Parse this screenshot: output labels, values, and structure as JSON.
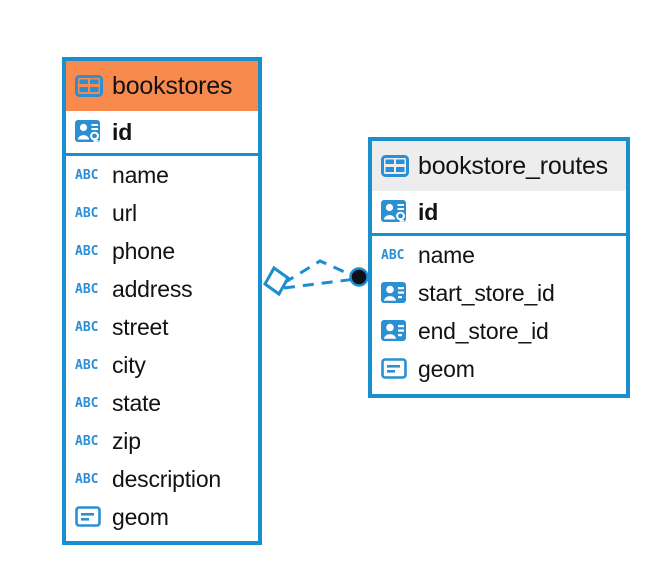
{
  "diagram": {
    "kind": "entity-relationship-diagram",
    "background": "#ffffff",
    "accent_blue": "#1a8fd0",
    "highlight_orange": "#f98a4d",
    "header_gray": "#ededed"
  },
  "entities": [
    {
      "name": "bookstores",
      "header_style": "orange",
      "header_icon": "table-icon",
      "columns": [
        {
          "name": "id",
          "icon": "primary-key-icon",
          "key": true
        },
        {
          "name": "name",
          "icon": "abc-text-icon",
          "key": false
        },
        {
          "name": "url",
          "icon": "abc-text-icon",
          "key": false
        },
        {
          "name": "phone",
          "icon": "abc-text-icon",
          "key": false
        },
        {
          "name": "address",
          "icon": "abc-text-icon",
          "key": false
        },
        {
          "name": "street",
          "icon": "abc-text-icon",
          "key": false
        },
        {
          "name": "city",
          "icon": "abc-text-icon",
          "key": false
        },
        {
          "name": "state",
          "icon": "abc-text-icon",
          "key": false
        },
        {
          "name": "zip",
          "icon": "abc-text-icon",
          "key": false
        },
        {
          "name": "description",
          "icon": "abc-text-icon",
          "key": false
        },
        {
          "name": "geom",
          "icon": "geometry-icon",
          "key": false
        }
      ]
    },
    {
      "name": "bookstore_routes",
      "header_style": "gray",
      "header_icon": "table-icon",
      "columns": [
        {
          "name": "id",
          "icon": "primary-key-icon",
          "key": true
        },
        {
          "name": "name",
          "icon": "abc-text-icon",
          "key": false
        },
        {
          "name": "start_store_id",
          "icon": "foreign-key-icon",
          "key": false
        },
        {
          "name": "end_store_id",
          "icon": "foreign-key-icon",
          "key": false
        },
        {
          "name": "geom",
          "icon": "geometry-icon",
          "key": false
        }
      ]
    }
  ],
  "relationship": {
    "source_marker": "diamond-open",
    "target_marker": "circle-filled",
    "line_style": "dashed",
    "line_color": "#1a8fd0"
  }
}
